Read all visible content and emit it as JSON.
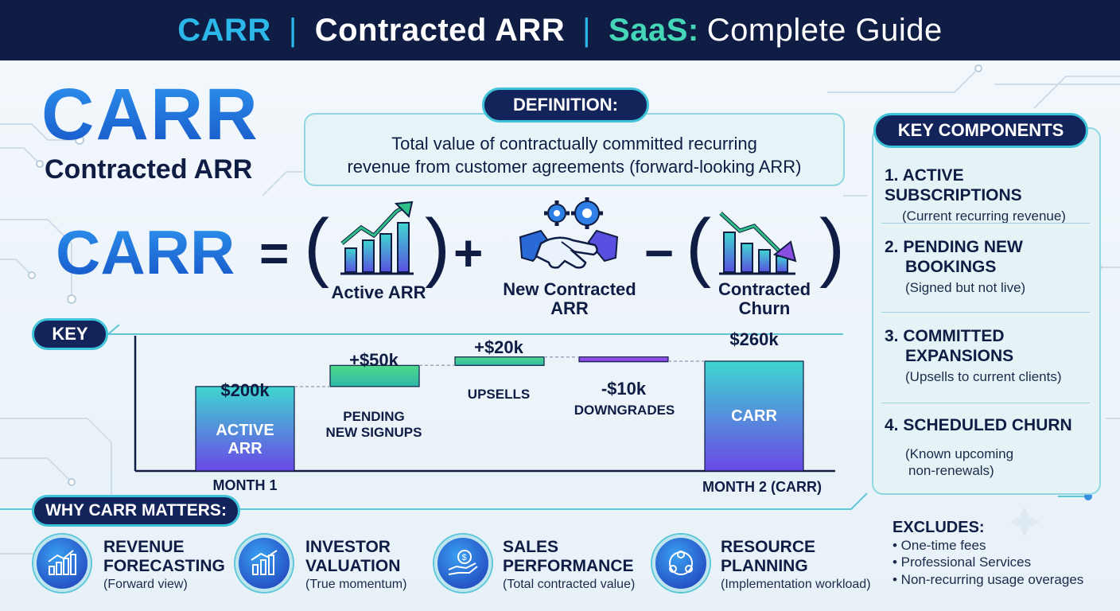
{
  "header": {
    "part1": "CARR",
    "part2": "Contracted ARR",
    "part3": "SaaS:",
    "part4": "Complete Guide"
  },
  "hero": {
    "title": "CARR",
    "subtitle": "Contracted ARR"
  },
  "definition": {
    "label": "DEFINITION:",
    "text_line1": "Total value of contractually committed recurring",
    "text_line2": "revenue from customer agreements (forward-looking ARR)"
  },
  "formula": {
    "lhs": "CARR",
    "equals": "=",
    "plus": "+",
    "minus": "−",
    "open_paren": "(",
    "close_paren": ")",
    "term1": "Active ARR",
    "term2_line1": "New Contracted",
    "term2_line2": "ARR",
    "term3_line1": "Contracted",
    "term3_line2": "Churn"
  },
  "key_label": "KEY",
  "chart_data": {
    "type": "waterfall",
    "steps": [
      {
        "name": "ACTIVE ARR",
        "value": 200,
        "label": "$200k",
        "kind": "total"
      },
      {
        "name": "PENDING NEW SIGNUPS",
        "value": 50,
        "label": "+$50k",
        "kind": "increase"
      },
      {
        "name": "UPSELLS",
        "value": 20,
        "label": "+$20k",
        "kind": "increase"
      },
      {
        "name": "DOWNGRADES",
        "value": -10,
        "label": "-$10k",
        "kind": "decrease"
      },
      {
        "name": "CARR",
        "value": 260,
        "label": "$260k",
        "kind": "total"
      }
    ],
    "captions": {
      "active_line1": "ACTIVE",
      "active_line2": "ARR",
      "pending_line1": "PENDING",
      "pending_line2": "NEW SIGNUPS",
      "upsells": "UPSELLS",
      "downgrades": "DOWNGRADES",
      "carr": "CARR"
    },
    "x_labels": {
      "left": "MONTH 1",
      "right": "MONTH 2 (CARR)"
    },
    "colors": {
      "increase": "#3fcf8e",
      "decrease": "#8a4fe0",
      "total_top": "#3fd6d0",
      "total_bottom": "#6a48e6"
    }
  },
  "key_components": {
    "title": "KEY COMPONENTS",
    "items": [
      {
        "title_line1": "1. ACTIVE SUBSCRIPTIONS",
        "title_line2": "",
        "sub_line1": "(Current recurring revenue)",
        "sub_line2": ""
      },
      {
        "title_line1": "2. PENDING NEW",
        "title_line2": "BOOKINGS",
        "sub_line1": "(Signed but not live)",
        "sub_line2": ""
      },
      {
        "title_line1": "3. COMMITTED",
        "title_line2": "EXPANSIONS",
        "sub_line1": "(Upsells to current clients)",
        "sub_line2": ""
      },
      {
        "title_line1": "4. SCHEDULED CHURN",
        "title_line2": "",
        "sub_line1": "(Known upcoming",
        "sub_line2": "non-renewals)"
      }
    ]
  },
  "why": {
    "label": "WHY CARR MATTERS:",
    "items": [
      {
        "icon": "chart-growth-icon",
        "title_line1": "REVENUE",
        "title_line2": "FORECASTING",
        "sub": "(Forward view)"
      },
      {
        "icon": "valuation-chart-icon",
        "title_line1": "INVESTOR",
        "title_line2": "VALUATION",
        "sub": "(True momentum)"
      },
      {
        "icon": "money-hand-icon",
        "title_line1": "SALES",
        "title_line2": "PERFORMANCE",
        "sub": "(Total contracted value)"
      },
      {
        "icon": "people-cycle-icon",
        "title_line1": "RESOURCE",
        "title_line2": "PLANNING",
        "sub": "(Implementation workload)"
      }
    ]
  },
  "excludes": {
    "title": "EXCLUDES:",
    "items": [
      "• One-time fees",
      "• Professional Services",
      "• Non-recurring usage overages"
    ]
  }
}
